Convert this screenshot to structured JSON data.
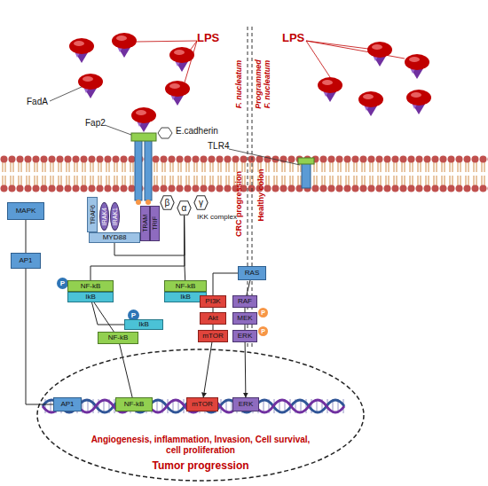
{
  "diagram": {
    "nodes": [
      {
        "text": [
          "MAPK"
        ]
      },
      {
        "text": [
          "AP1"
        ]
      },
      {
        "text": [
          "TRAF6"
        ]
      },
      {
        "text": [
          "IRAK4"
        ]
      },
      {
        "text": [
          "IRAK1"
        ]
      },
      {
        "text": [
          "MYD88"
        ]
      },
      {
        "text": [
          "TRAM"
        ]
      },
      {
        "text": [
          "TRIF"
        ]
      },
      {
        "text": [
          "β"
        ]
      },
      {
        "text": [
          "α"
        ]
      },
      {
        "text": [
          "γ"
        ]
      },
      {
        "text": [
          "P"
        ]
      },
      {
        "text": [
          "NF-kB"
        ]
      },
      {
        "text": [
          "IkB"
        ]
      },
      {
        "text": [
          "NF-kB"
        ]
      },
      {
        "text": [
          "IkB"
        ]
      },
      {
        "text": [
          "RAS"
        ]
      },
      {
        "text": [
          "P"
        ]
      },
      {
        "text": [
          "IkB"
        ]
      },
      {
        "text": [
          "PI3K"
        ]
      },
      {
        "text": [
          "RAF"
        ]
      },
      {
        "text": [
          "Akt"
        ]
      },
      {
        "text": [
          "MEK"
        ]
      },
      {
        "text": [
          "P"
        ]
      },
      {
        "text": [
          "NF-kB"
        ]
      },
      {
        "text": [
          "mTOR"
        ]
      },
      {
        "text": [
          "ERK"
        ]
      },
      {
        "text": [
          "P"
        ]
      },
      {
        "text": [
          "Angiogenesis, inflammation, Invasion, Cell survival, cell proliferation",
          "Tumor progression"
        ]
      },
      {
        "text": [
          "AP1"
        ],
        "in": 28
      },
      {
        "text": [
          "NF-kB"
        ],
        "in": 28
      },
      {
        "text": [
          "mTOR"
        ],
        "in": 28
      },
      {
        "text": [
          "ERK"
        ],
        "in": 28
      }
    ],
    "edges": [
      {
        "from": 0,
        "to": 1,
        "arrow": "none"
      },
      {
        "from": 1,
        "to": 29,
        "arrow": "none"
      },
      {
        "from": 5,
        "to": 9,
        "arrow": "none"
      },
      {
        "from": 9,
        "to": 12,
        "arrow": "none"
      },
      {
        "from": 9,
        "to": 14,
        "arrow": "none"
      },
      {
        "from": 13,
        "to": 18,
        "arrow": "none"
      },
      {
        "from": 13,
        "to": 24,
        "arrow": "none"
      },
      {
        "from": 24,
        "to": 30,
        "arrow": "none"
      },
      {
        "from": 16,
        "to": 19,
        "arrow": "none"
      },
      {
        "from": 16,
        "to": 20,
        "arrow": "none"
      },
      {
        "from": 19,
        "to": 21,
        "arrow": "none"
      },
      {
        "from": 21,
        "to": 25,
        "arrow": "none"
      },
      {
        "from": 20,
        "to": 22,
        "arrow": "none"
      },
      {
        "from": 22,
        "to": 26,
        "arrow": "none"
      },
      {
        "from": 25,
        "to": 31,
        "arrow": "to"
      },
      {
        "from": 26,
        "to": 32,
        "arrow": "to"
      }
    ],
    "labels": [
      "LPS",
      "LPS",
      "FadA",
      "Fap2",
      "E.cadherin",
      "TLR4",
      "IKK complex",
      "F. nucleatum",
      "Programmed F. nucleatum",
      "CRC progression",
      "Healthy colon"
    ]
  }
}
